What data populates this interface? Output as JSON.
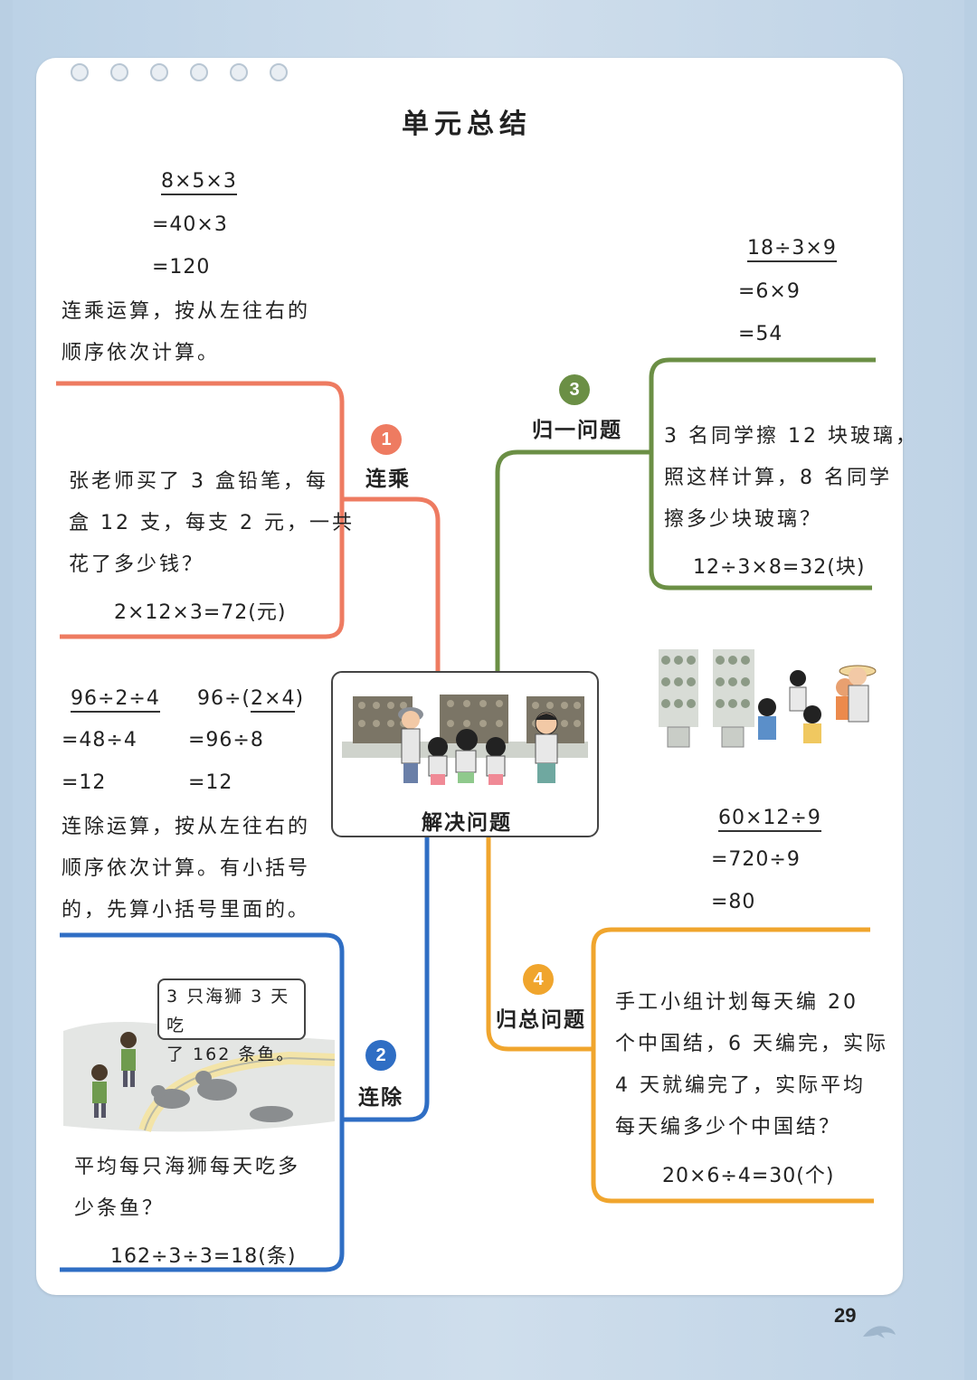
{
  "title": "单元总结",
  "center": {
    "label": "解决问题"
  },
  "branches": [
    {
      "number": "1",
      "label": "连乘",
      "color": "#ee7b61",
      "example": {
        "line1": "8×5×3",
        "line2": "=40×3",
        "line3": "=120"
      },
      "rule": [
        "连乘运算，按从左往右的",
        "顺序依次计算。"
      ],
      "problem": [
        "张老师买了 3 盒铅笔，每",
        "盒 12 支，每支 2 元，一共",
        "花了多少钱？"
      ],
      "answer": "2×12×3=72(元)"
    },
    {
      "number": "2",
      "label": "连除",
      "color": "#2f6ec4",
      "example_a": {
        "line1": "96÷2÷4",
        "line2": "=48÷4",
        "line3": "=12"
      },
      "example_b": {
        "prefix": "96÷(",
        "underlined": "2×4",
        "suffix": ")",
        "line2": "=96÷8",
        "line3": "=12"
      },
      "rule": [
        "连除运算，按从左往右的",
        "顺序依次计算。有小括号",
        "的，先算小括号里面的。"
      ],
      "bubble": [
        "3 只海狮 3 天吃",
        "了 162 条鱼。"
      ],
      "problem": [
        "平均每只海狮每天吃多",
        "少条鱼？"
      ],
      "answer": "162÷3÷3=18(条)"
    },
    {
      "number": "3",
      "label": "归一问题",
      "color": "#6b8f45",
      "example": {
        "line1": "18÷3×9",
        "line2": "=6×9",
        "line3": "=54"
      },
      "problem": [
        "3 名同学擦 12 块玻璃，",
        "照这样计算，8 名同学",
        "擦多少块玻璃？"
      ],
      "answer": "12÷3×8=32(块)"
    },
    {
      "number": "4",
      "label": "归总问题",
      "color": "#f0a52d",
      "example": {
        "line1": "60×12÷9",
        "line2": "=720÷9",
        "line3": "=80"
      },
      "problem": [
        "手工小组计划每天编 20",
        "个中国结，6 天编完，实际",
        "4 天就编完了，实际平均",
        "每天编多少个中国结？"
      ],
      "answer": "20×6÷4=30(个)"
    }
  ],
  "page_number": "29"
}
